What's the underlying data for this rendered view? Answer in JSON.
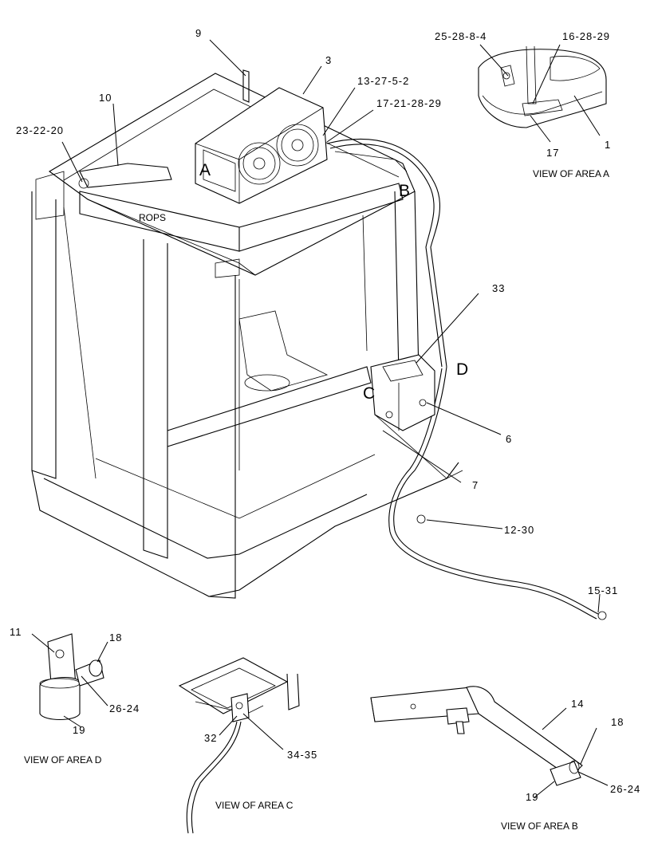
{
  "callouts": {
    "c9": "9",
    "c3": "3",
    "c10": "10",
    "c13_27_5_2": "13-27-5-2",
    "c17_21_28_29": "17-21-28-29",
    "c23_22_20": "23-22-20",
    "c25_28_8_4": "25-28-8-4",
    "c16_28_29": "16-28-29",
    "c17": "17",
    "c1": "1",
    "c33": "33",
    "c6": "6",
    "c7": "7",
    "c12_30": "12-30",
    "c15_31": "15-31",
    "c11": "11",
    "c18_d": "18",
    "c26_24_d": "26-24",
    "c19_d": "19",
    "c32": "32",
    "c34_35": "34-35",
    "c14": "14",
    "c18_b": "18",
    "c26_24_b": "26-24",
    "c19_b": "19"
  },
  "area_letters": {
    "a": "A",
    "b": "B",
    "c": "C",
    "d": "D"
  },
  "labels": {
    "rops": "ROPS",
    "view_a": "VIEW OF AREA A",
    "view_b": "VIEW OF AREA B",
    "view_c": "VIEW OF AREA C",
    "view_d": "VIEW OF AREA D"
  }
}
